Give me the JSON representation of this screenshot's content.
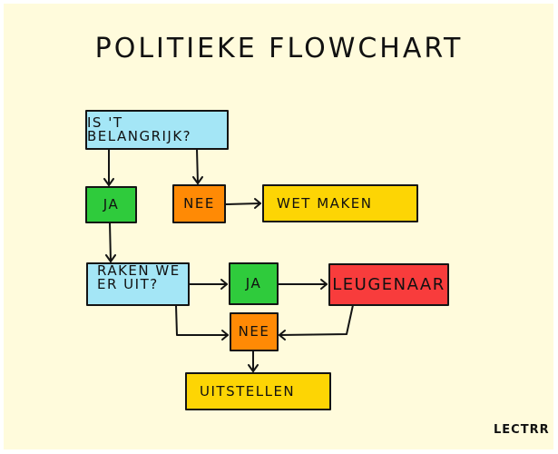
{
  "title": "POLITIEKE FLOWCHART",
  "signature": "LECTRR",
  "colors": {
    "background": "#FFFBDC",
    "question": "#A4E6F6",
    "yes": "#2FCB3C",
    "no": "#FF8A05",
    "outcome": "#FDD504",
    "liar": "#F83C3C",
    "stroke": "#141414"
  },
  "nodes": {
    "q1": "IS 'T BELANGRIJK?",
    "ja1": "JA",
    "nee1": "NEE",
    "wet_maken": "WET MAKEN",
    "q2_line1": "RAKEN WE",
    "q2_line2": "ER UIT?",
    "ja2": "JA",
    "leugenaar": "LEUGENAAR",
    "nee2": "NEE",
    "uitstellen": "UITSTELLEN"
  },
  "edges": [
    {
      "from": "q1",
      "to": "ja1"
    },
    {
      "from": "q1",
      "to": "nee1"
    },
    {
      "from": "nee1",
      "to": "wet_maken"
    },
    {
      "from": "ja1",
      "to": "q2"
    },
    {
      "from": "q2",
      "to": "ja2"
    },
    {
      "from": "ja2",
      "to": "leugenaar"
    },
    {
      "from": "q2",
      "to": "nee2"
    },
    {
      "from": "leugenaar",
      "to": "nee2"
    },
    {
      "from": "nee2",
      "to": "uitstellen"
    }
  ]
}
